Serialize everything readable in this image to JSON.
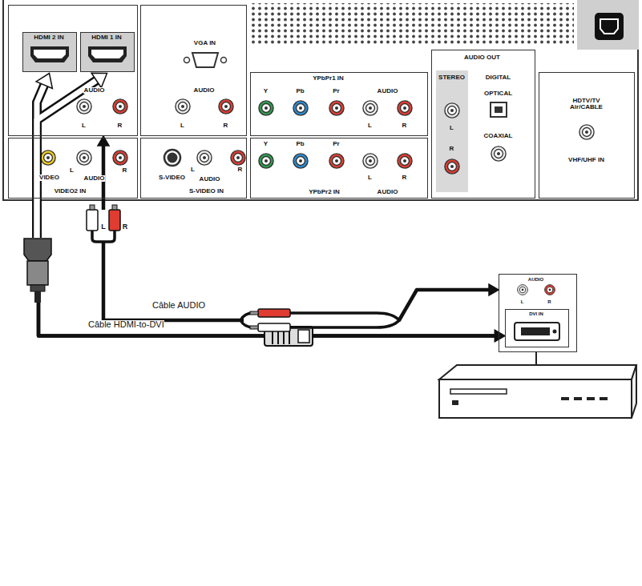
{
  "diagram": {
    "nodes": [
      {
        "text": [
          "AUDIO",
          "L",
          "R"
        ]
      },
      {
        "text": [
          "HDMI 2 IN"
        ],
        "in": 0
      },
      {
        "text": [
          "HDMI 1 IN"
        ],
        "in": 0
      },
      {
        "text": [
          "VGA IN",
          "AUDIO",
          "L",
          "R"
        ]
      },
      {
        "text": [
          "YPbPr1 IN",
          "Y",
          "Pb",
          "Pr",
          "AUDIO",
          "L",
          "R"
        ]
      },
      {
        "text": [
          "AUDIO OUT",
          "STEREO",
          "L",
          "R",
          "DIGITAL",
          "OPTICAL",
          "COAXIAL"
        ]
      },
      {
        "text": [
          "HDTV/TV Air/CABLE",
          "VHF/UHF IN"
        ]
      },
      {
        "text": [
          "VIDEO",
          "L",
          "AUDIO",
          "R",
          "VIDEO2 IN"
        ]
      },
      {
        "text": [
          "S-VIDEO",
          "L",
          "AUDIO",
          "R",
          "S-VIDEO IN"
        ]
      },
      {
        "text": [
          "Y",
          "Pb",
          "Pr",
          "L",
          "R",
          "YPbPr2 IN",
          "AUDIO"
        ]
      },
      {
        "text": [
          "AUDIO",
          "L",
          "R"
        ]
      },
      {
        "text": [
          "DVI IN"
        ],
        "in": 10
      }
    ],
    "edges": [
      {
        "from": 11,
        "to": 1,
        "arrow": "both",
        "label": "Câble HDMI-to-DVI"
      },
      {
        "from": 11,
        "to": 2,
        "arrow": "both"
      },
      {
        "from": 10,
        "to": 0,
        "arrow": "both",
        "label": "Câble AUDIO"
      }
    ],
    "labels": [
      "L",
      "R"
    ]
  }
}
